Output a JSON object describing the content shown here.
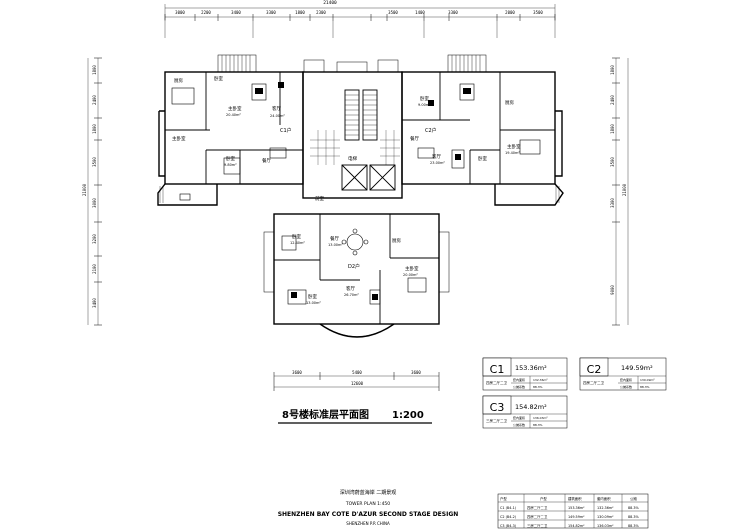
{
  "top_dims": {
    "total": "21400",
    "segments": [
      "3000",
      "2200",
      "3400",
      "3300",
      "1800",
      "2300",
      "3500",
      "1400",
      "3300",
      "2000",
      "3500"
    ]
  },
  "left_dims": {
    "segments": [
      "1800",
      "2400",
      "1800",
      "3500",
      "3000",
      "3200",
      "2100",
      "3400"
    ],
    "total": "21000"
  },
  "right_dims": {
    "segments": [
      "1800",
      "2400",
      "1800",
      "3500",
      "3300"
    ],
    "total": "21000",
    "lower": "9000"
  },
  "bottom_dims": {
    "segments": [
      "3600",
      "5400",
      "3600"
    ],
    "total": "12600"
  },
  "units": {
    "c1": {
      "label": "C1户",
      "rooms": [
        {
          "name": "客厅",
          "area": "24.00m²"
        },
        {
          "name": "主卧室",
          "area": "20.40m²"
        },
        {
          "name": "卧室",
          "area": "9.80m²"
        },
        {
          "name": "餐厅",
          "area": ""
        },
        {
          "name": "厨房",
          "area": ""
        },
        {
          "name": "卧室",
          "area": ""
        }
      ]
    },
    "c2": {
      "label": "C2户",
      "rooms": [
        {
          "name": "客厅",
          "area": "23.00m²"
        },
        {
          "name": "卧室",
          "area": "9.00m²"
        },
        {
          "name": "主卧室",
          "area": "19.40m²"
        },
        {
          "name": "餐厅",
          "area": ""
        },
        {
          "name": "卧室",
          "area": ""
        },
        {
          "name": "厨房",
          "area": ""
        }
      ]
    },
    "d2": {
      "label": "D2户",
      "rooms": [
        {
          "name": "餐厅",
          "area": "13.00m²"
        },
        {
          "name": "卧室",
          "area": "12.40m²"
        },
        {
          "name": "主卧室",
          "area": "20.00m²"
        },
        {
          "name": "卧室",
          "area": "13.00m²"
        },
        {
          "name": "客厅",
          "area": "26.70m²"
        },
        {
          "name": "厨房",
          "area": ""
        }
      ]
    },
    "core": {
      "hall": "前室",
      "elev": "电梯"
    }
  },
  "area_cards": [
    {
      "id": "C1",
      "area": "153.36m²",
      "type": "四房二厅二卫",
      "row1_label": "套内面积",
      "row1_value": "132.36m²",
      "row2_label": "公摊系数",
      "row2_value": "88.3%"
    },
    {
      "id": "C2",
      "area": "149.59m²",
      "type": "四房二厅二卫",
      "row1_label": "套内面积",
      "row1_value": "130.09m²",
      "row2_label": "公摊系数",
      "row2_value": "88.3%"
    },
    {
      "id": "C3",
      "area": "154.82m²",
      "type": "三房二厅二卫",
      "row1_label": "套内面积",
      "row1_value": "136.03m²",
      "row2_label": "公摊系数",
      "row2_value": "88.3%"
    }
  ],
  "drawing_title": "8号楼标准层平面图",
  "drawing_scale": "1:200",
  "title_block": {
    "cn": "深圳湾蔚蓝海岸   二期景观",
    "plan": "TOWER PLAN   1:450",
    "en": "SHENZHEN BAY COTE D'AZUR SECOND STAGE DESIGN",
    "sub": "SHENZHEN P.R CHINA"
  },
  "schedule": {
    "headers": [
      "户型",
      "户型",
      "建筑面积",
      "套内面积",
      "公摊"
    ],
    "rows": [
      [
        "C1 (B4-1)",
        "四房二厅二卫",
        "153.36m²",
        "132.36m²",
        "88.3%"
      ],
      [
        "C2 (B4-2)",
        "四房二厅二卫",
        "149.59m²",
        "130.09m²",
        "88.3%"
      ],
      [
        "C3 (B4-3)",
        "三房二厅二卫",
        "154.82m²",
        "136.03m²",
        "88.3%"
      ]
    ]
  }
}
